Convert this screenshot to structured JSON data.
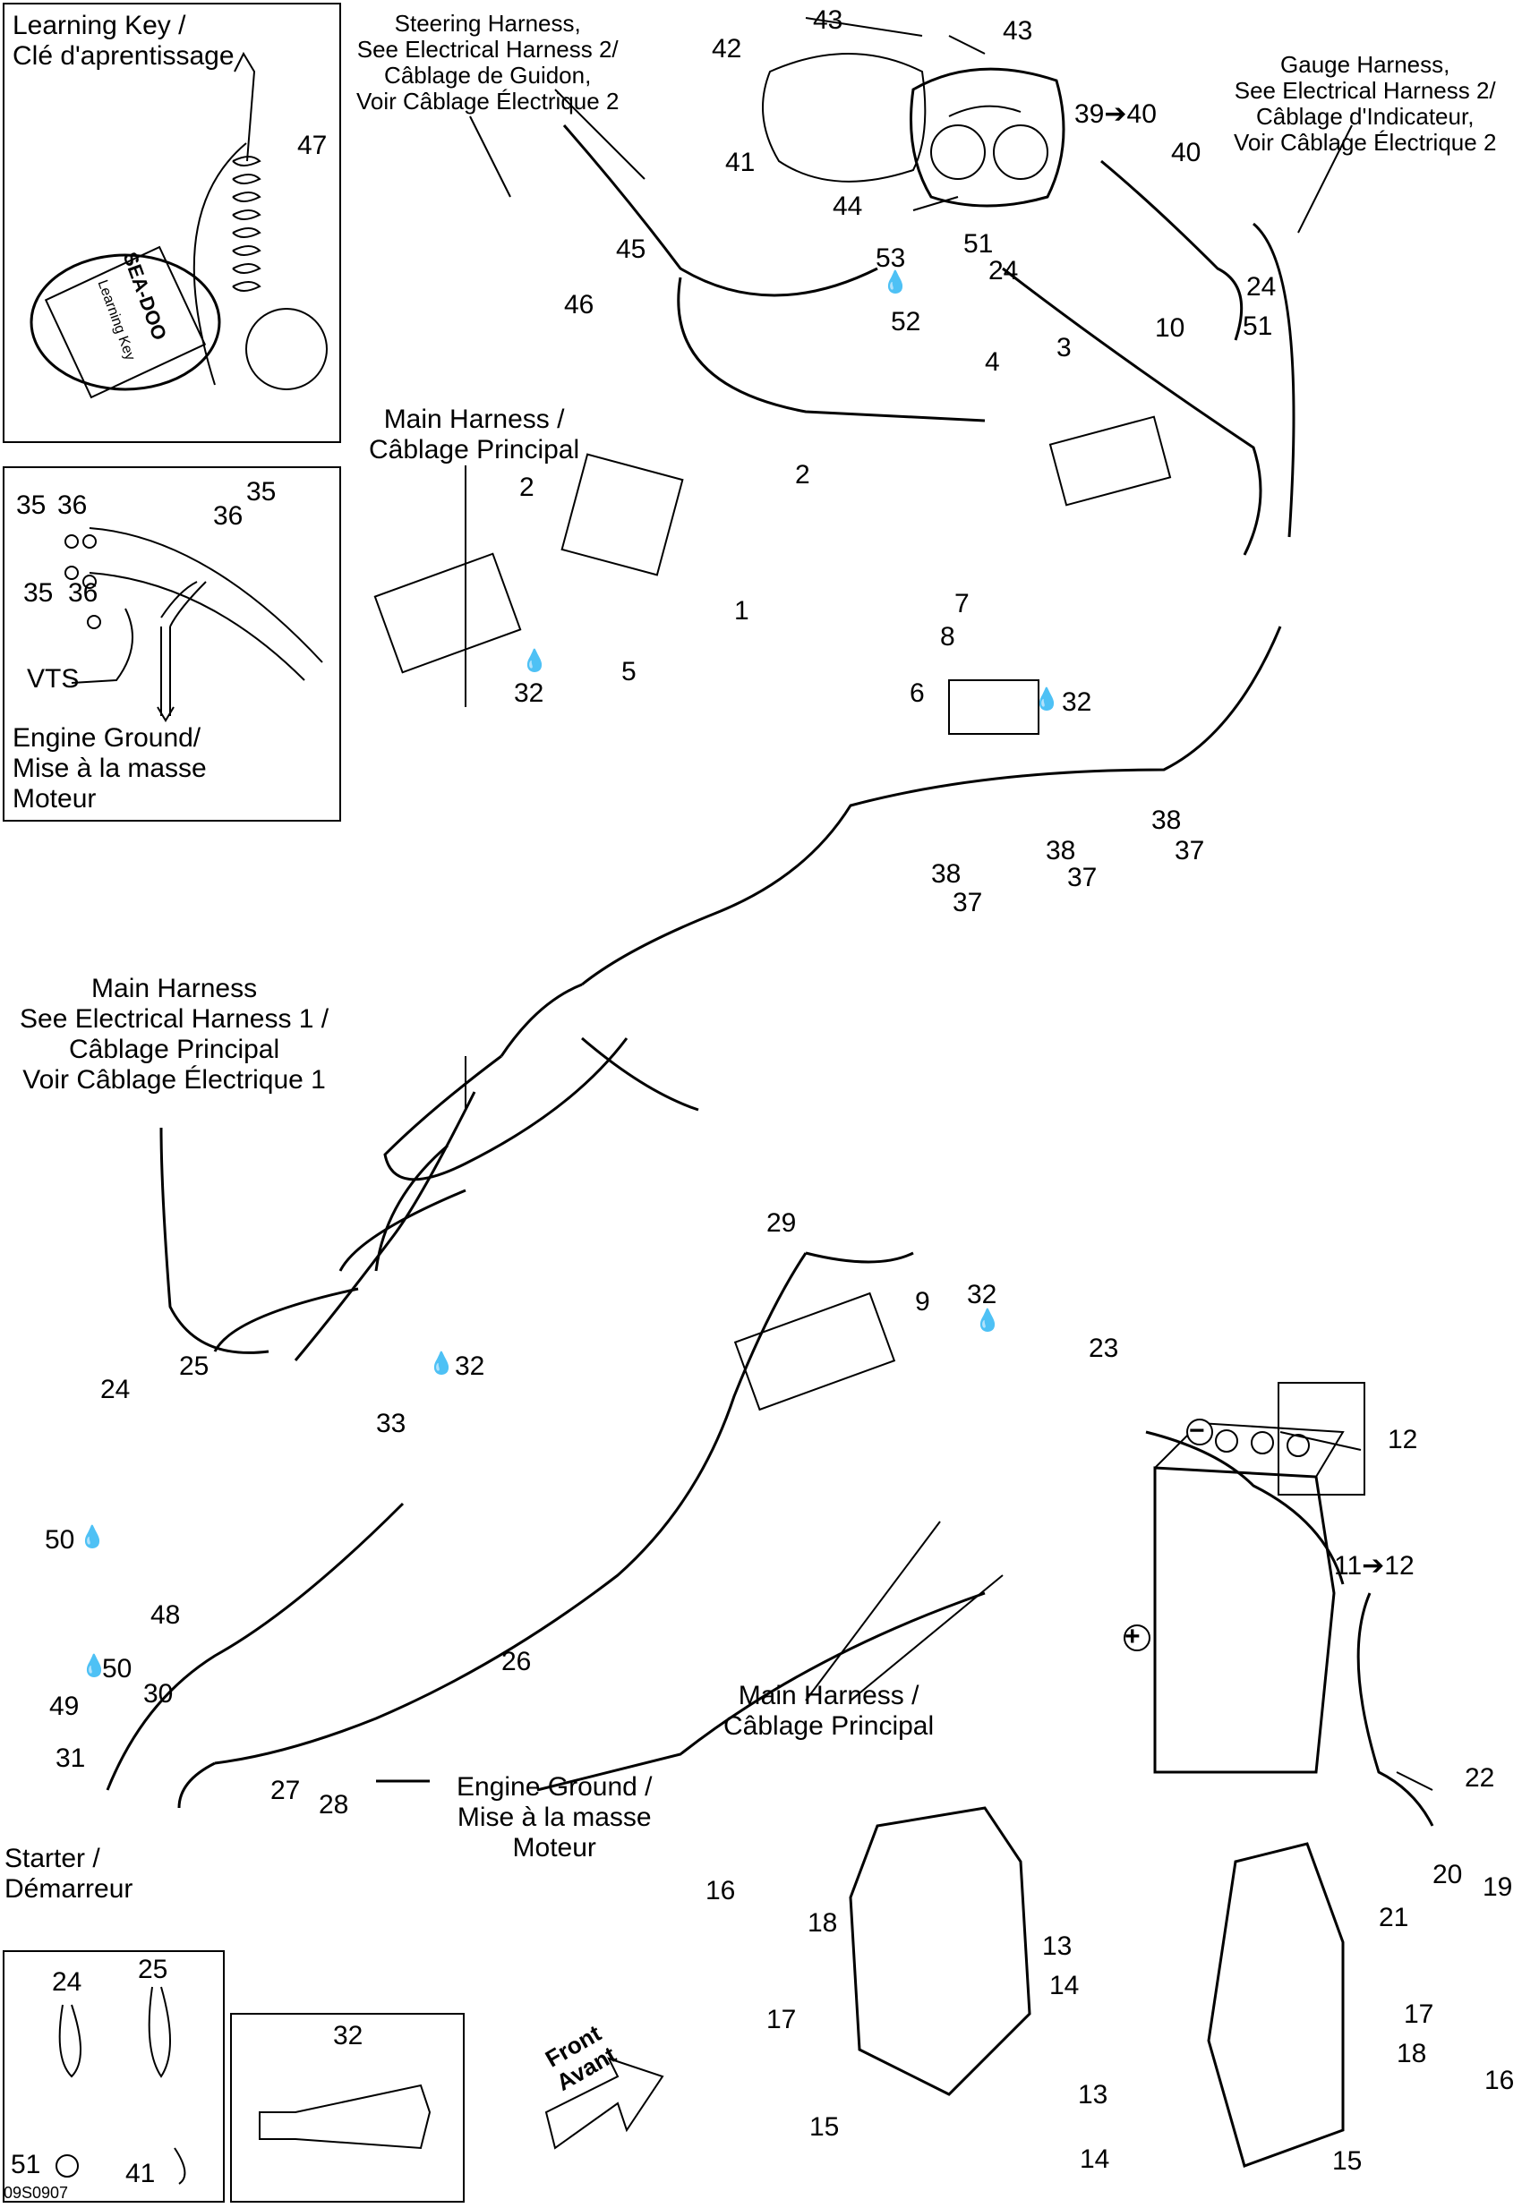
{
  "figure_code": "09S0907",
  "captions": {
    "learning_key": "Learning Key /\nClé d'aprentissage",
    "steering_harness": "Steering Harness,\nSee Electrical Harness 2/\nCâblage de Guidon,\nVoir Câblage Électrique 2",
    "gauge_harness": "Gauge Harness,\nSee Electrical Harness 2/\nCâblage d'Indicateur,\nVoir Câblage Électrique 2",
    "main_harness_top": "Main Harness /\nCâblage Principal",
    "engine_ground_left": "Engine Ground/\nMise à la masse\nMoteur",
    "vts": "VTS",
    "main_harness_mid": "Main Harness\nSee Electrical Harness 1 /\nCâblage Principal\nVoir Câblage Électrique 1",
    "main_harness_bottom": "Main Harness /\nCâblage Principal",
    "engine_ground_bottom": "Engine Ground /\nMise à la masse\nMoteur",
    "starter": "Starter /\nDémarreur",
    "front": "Front\nAvant",
    "key_brand": "SEA-DOO",
    "key_text": "Learning Key",
    "tube_text": "32"
  },
  "callouts": {
    "c43a": "43",
    "c43b": "43",
    "c42": "42",
    "c41": "41",
    "c39": "39",
    "c40a": "40",
    "c40b": "40",
    "c44": "44",
    "c45": "45",
    "c46": "46",
    "c47": "47",
    "c53": "53",
    "c52": "52",
    "c51a": "51",
    "c24a": "24",
    "c24b": "24",
    "c51b": "51",
    "c3": "3",
    "c4": "4",
    "c10": "10",
    "c2a": "2",
    "c2b": "2",
    "c1": "1",
    "c5": "5",
    "c32a": "32",
    "c7": "7",
    "c8": "8",
    "c6": "6",
    "c32b": "32",
    "c35a": "35",
    "c36a": "36",
    "c36b": "36",
    "c35b": "35",
    "c35c": "35",
    "c36c": "36",
    "c38a": "38",
    "c37a": "37",
    "c38b": "38",
    "c37b": "37",
    "c38c": "38",
    "c37c": "37",
    "c29": "29",
    "c9": "9",
    "c32c": "32",
    "c23": "23",
    "c25": "25",
    "c24c": "24",
    "c32d": "32",
    "c33": "33",
    "c12": "12",
    "c11": "11",
    "c12b": "12",
    "c50a": "50",
    "c48": "48",
    "c50b": "50",
    "c49": "49",
    "c30": "30",
    "c31": "31",
    "c26": "26",
    "c27": "27",
    "c28": "28",
    "c22": "22",
    "c20": "20",
    "c19": "19",
    "c21": "21",
    "c16a": "16",
    "c18a": "18",
    "c13a": "13",
    "c14a": "14",
    "c17a": "17",
    "c15a": "15",
    "c17b": "17",
    "c18b": "18",
    "c16b": "16",
    "c13b": "13",
    "c14b": "14",
    "c15b": "15",
    "k24": "24",
    "k25": "25",
    "k51": "51",
    "k41": "41",
    "k32": "32"
  },
  "symbols": {
    "arrow": "➔",
    "drop": "💧",
    "plus": "+",
    "minus": "−"
  }
}
